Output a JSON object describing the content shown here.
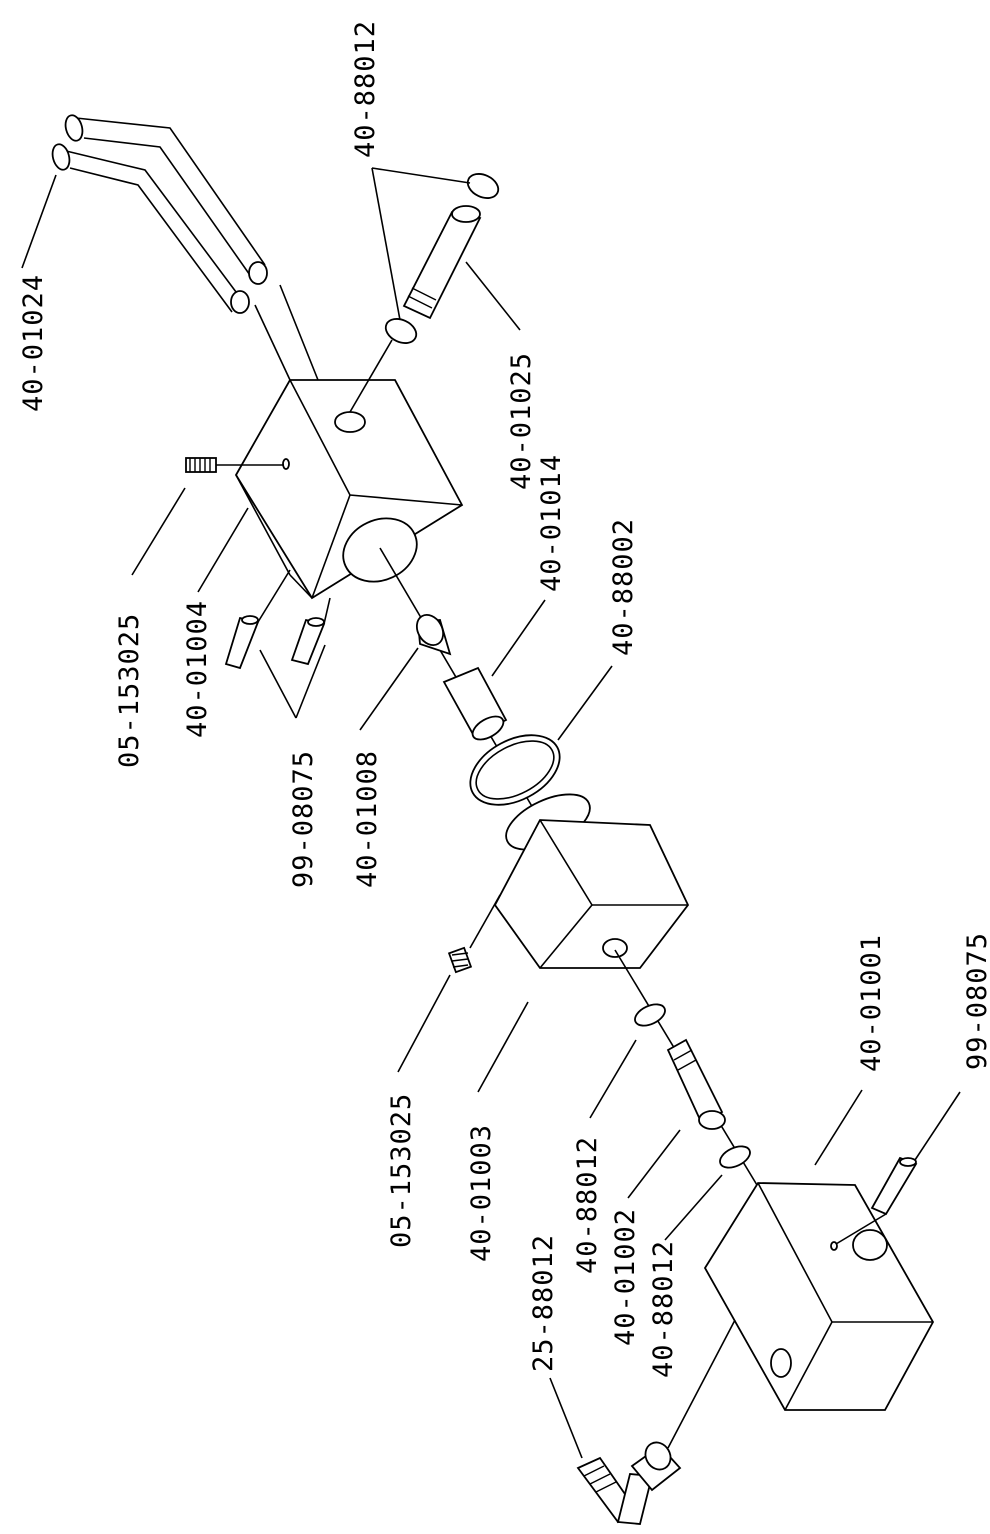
{
  "labels": {
    "ring_top": "40-88012",
    "tubes": "40-01024",
    "sleeve": "40-01025",
    "cone_seat": "40-01014",
    "setscrew_upper": "05-153025",
    "upper_block": "40-01004",
    "pins_upper": "99-08075",
    "cone": "40-01008",
    "spacer": "40-88002",
    "middle_block": "40-01003",
    "setscrew_middle": "05-153025",
    "ring_mid": "40-88012",
    "fitting": "40-01002",
    "ring_low": "40-88012",
    "lower_block": "40-01001",
    "pin_lower": "99-08075",
    "elbow": "25-88012"
  }
}
